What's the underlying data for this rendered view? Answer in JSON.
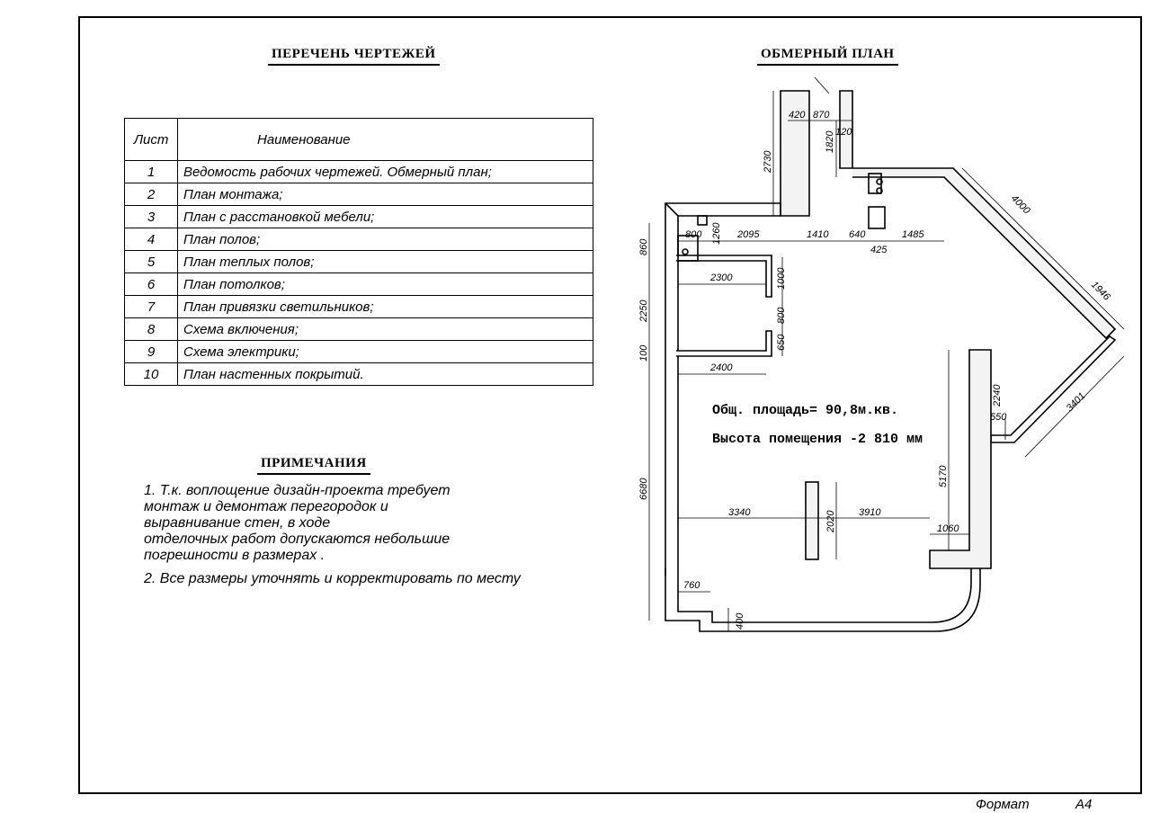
{
  "titles": {
    "drawings_list": "ПЕРЕЧЕНЬ ЧЕРТЕЖЕЙ",
    "survey_plan": "ОБМЕРНЫЙ ПЛАН",
    "notes": "ПРИМЕЧАНИЯ"
  },
  "sheets_table": {
    "headers": {
      "sheet": "Лист",
      "name": "Наименование"
    },
    "rows": [
      {
        "n": "1",
        "name": "Ведомость рабочих чертежей. Обмерный план;"
      },
      {
        "n": "2",
        "name": "План монтажа;"
      },
      {
        "n": "3",
        "name": "План с расстановкой мебели;"
      },
      {
        "n": "4",
        "name": "План полов;"
      },
      {
        "n": "5",
        "name": "План теплых полов;"
      },
      {
        "n": "6",
        "name": "План потолков;"
      },
      {
        "n": "7",
        "name": "План привязки светильников;"
      },
      {
        "n": "8",
        "name": "Схема включения;"
      },
      {
        "n": "9",
        "name": "Схема электрики;"
      },
      {
        "n": "10",
        "name": "План настенных покрытий."
      }
    ]
  },
  "notes": {
    "note1_lines": [
      "1. Т.к.  воплощение дизайн-проекта требует",
      "монтаж и демонтаж перегородок и",
      "выравнивание стен, в ходе",
      "отделочных работ допускаются небольшие",
      "погрешности в размерах ."
    ],
    "note2": "2. Все размеры уточнять и корректировать по месту"
  },
  "plan": {
    "area": "Общ. площадь= 90,8м.кв.",
    "height": "Высота помещения -2 810 мм",
    "dims": {
      "d420": "420",
      "d870": "870",
      "d120": "120",
      "d2730": "2730",
      "d1820": "1820",
      "d4000": "4000",
      "d1946": "1946",
      "d3401": "3401",
      "d860": "860",
      "d800a": "800",
      "d1260": "1260",
      "d2095": "2095",
      "d1410": "1410",
      "d640": "640",
      "d1485": "1485",
      "d425": "425",
      "d2300": "2300",
      "d1000": "1000",
      "d2250": "2250",
      "d800b": "800",
      "d650": "650",
      "d100": "100",
      "d2400": "2400",
      "d2240": "2240",
      "d550": "550",
      "d5170": "5170",
      "d6680": "6680",
      "d3340": "3340",
      "d2020": "2020",
      "d3910": "3910",
      "d1060": "1060",
      "d760": "760",
      "d400": "400"
    }
  },
  "footer": {
    "format_label": "Формат",
    "format_value": "А4"
  }
}
